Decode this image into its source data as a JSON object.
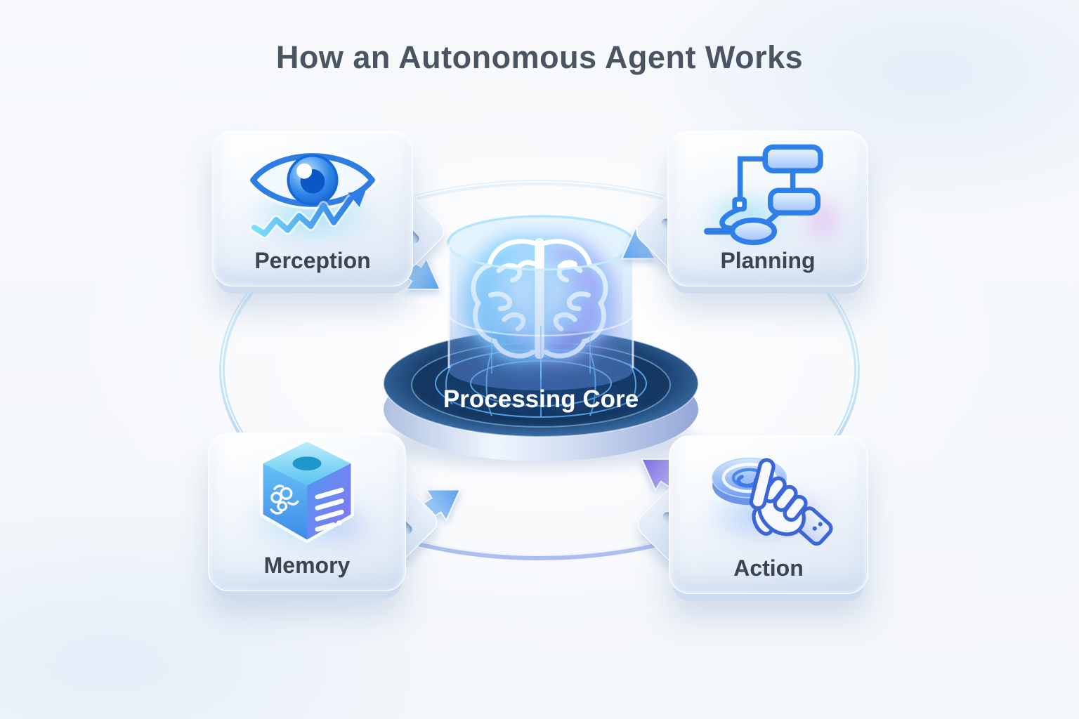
{
  "title": "How an Autonomous Agent Works",
  "center": {
    "label": "Processing Core",
    "icon": "brain-icon"
  },
  "cards": [
    {
      "id": "perception",
      "label": "Perception",
      "icon": "eye-trend-icon",
      "position": "top-left"
    },
    {
      "id": "planning",
      "label": "Planning",
      "icon": "flowchart-icon",
      "position": "top-right"
    },
    {
      "id": "memory",
      "label": "Memory",
      "icon": "data-cube-icon",
      "position": "bottom-left"
    },
    {
      "id": "action",
      "label": "Action",
      "icon": "press-button-hand-icon",
      "position": "bottom-right"
    }
  ],
  "connections": [
    {
      "from": "perception",
      "to": "core",
      "color": "blue"
    },
    {
      "from": "planning",
      "to": "core",
      "color": "blue"
    },
    {
      "from": "memory",
      "to": "core",
      "color": "blue"
    },
    {
      "from": "action",
      "to": "core",
      "color": "purple"
    }
  ],
  "colors": {
    "background": "#f6f8fb",
    "title_text": "#4b5462",
    "card_label_text": "#3d4451",
    "center_label_text": "#ffffff",
    "accent_blue": "#3b82e8",
    "accent_cyan": "#6fd2f8",
    "accent_purple": "#8f7bf0",
    "platform_dark": "#1c4473",
    "ring": "#b9d9f2"
  }
}
